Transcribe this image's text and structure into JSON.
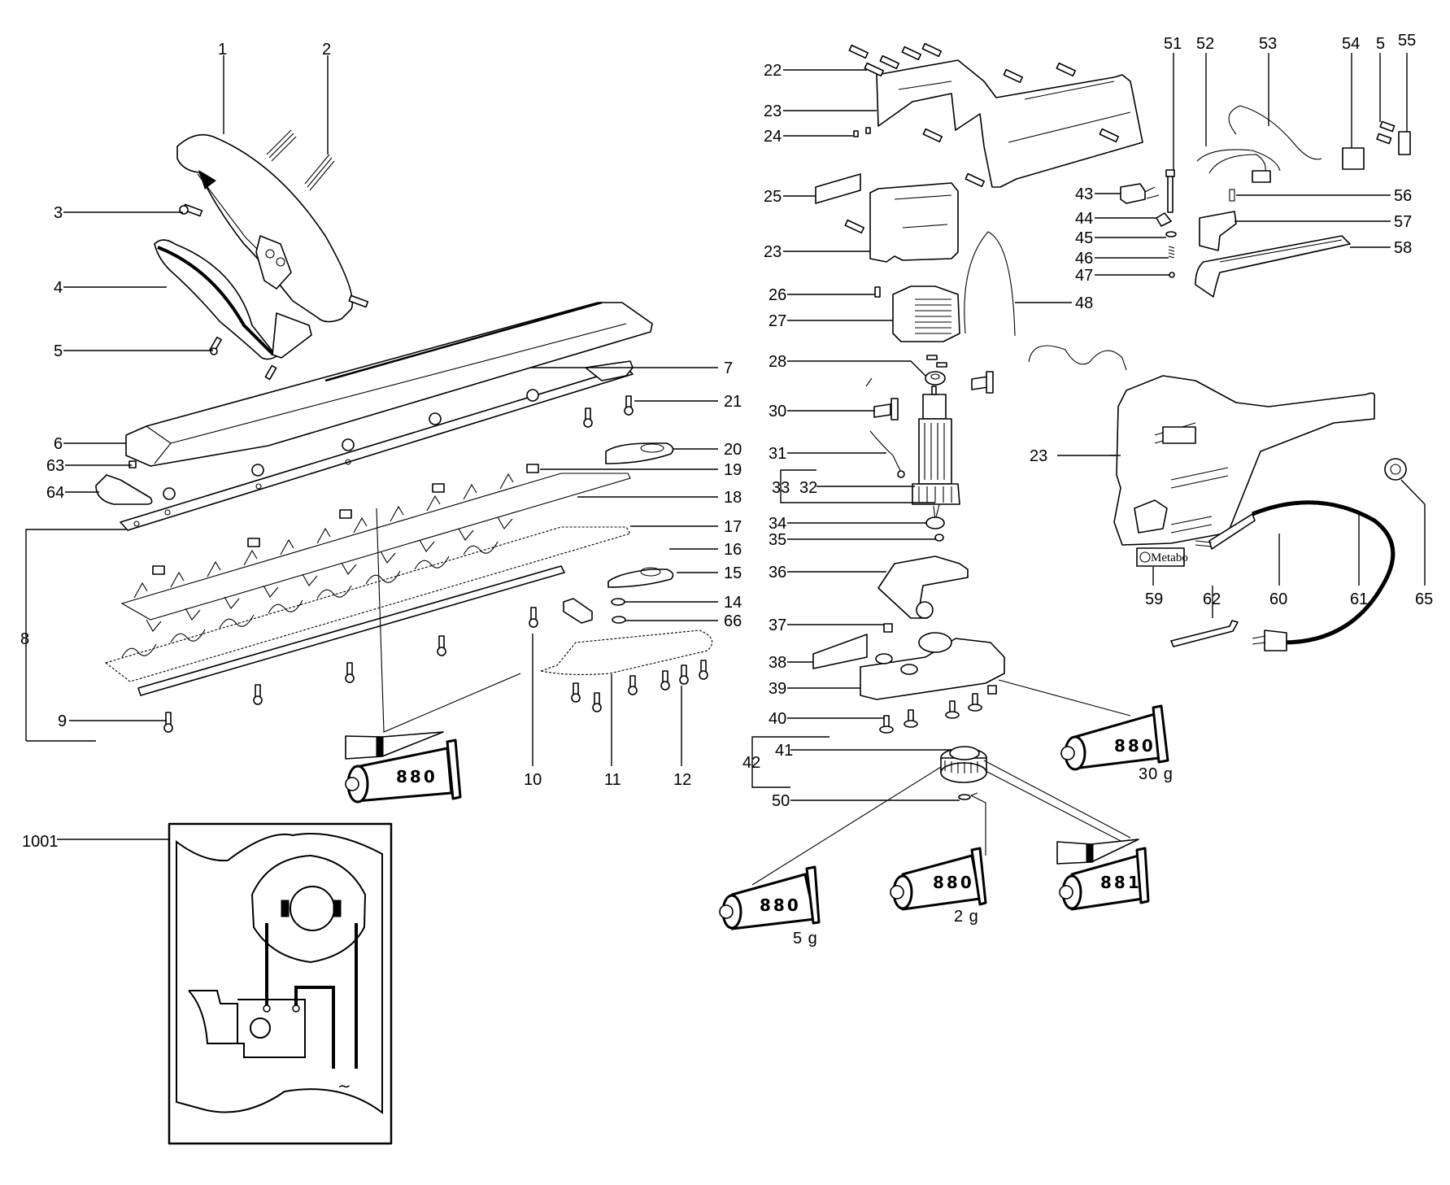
{
  "document": {
    "title": "Hedge trimmer exploded parts diagram",
    "brand_label": "Metabo"
  },
  "callouts": {
    "p1": "1",
    "p2": "2",
    "p3": "3",
    "p4": "4",
    "p5a": "5",
    "p5b": "5",
    "p6": "6",
    "p7": "7",
    "p8": "8",
    "p9": "9",
    "p10": "10",
    "p11": "11",
    "p12": "12",
    "p14": "14",
    "p15": "15",
    "p16": "16",
    "p17": "17",
    "p18": "18",
    "p19": "19",
    "p20": "20",
    "p21": "21",
    "p22": "22",
    "p23a": "23",
    "p23b": "23",
    "p23c": "23",
    "p24": "24",
    "p25": "25",
    "p26": "26",
    "p27": "27",
    "p28": "28",
    "p30": "30",
    "p31": "31",
    "p32": "32",
    "p33": "33",
    "p34": "34",
    "p35": "35",
    "p36": "36",
    "p37": "37",
    "p38": "38",
    "p39": "39",
    "p40": "40",
    "p41": "41",
    "p42": "42",
    "p43": "43",
    "p44": "44",
    "p45": "45",
    "p46": "46",
    "p47": "47",
    "p48": "48",
    "p50": "50",
    "p51": "51",
    "p52": "52",
    "p53": "53",
    "p54": "54",
    "p55": "55",
    "p56": "56",
    "p57": "57",
    "p58": "58",
    "p59": "59",
    "p60": "60",
    "p61": "61",
    "p62": "62",
    "p63": "63",
    "p64": "64",
    "p65": "65",
    "p66": "66",
    "p1001": "1001"
  },
  "lubricants": [
    {
      "id": "tube-blade",
      "code": "880",
      "weight": "",
      "brush": true
    },
    {
      "id": "tube-gearbox",
      "code": "880",
      "weight": "30 g",
      "brush": false
    },
    {
      "id": "tube-gear-5g",
      "code": "880",
      "weight": "5 g",
      "brush": false
    },
    {
      "id": "tube-gear-2g",
      "code": "880",
      "weight": "2 g",
      "brush": false
    },
    {
      "id": "tube-gear-881",
      "code": "881",
      "weight": "",
      "brush": true
    }
  ],
  "wiring_diagram": {
    "ac_symbol": "∼"
  }
}
